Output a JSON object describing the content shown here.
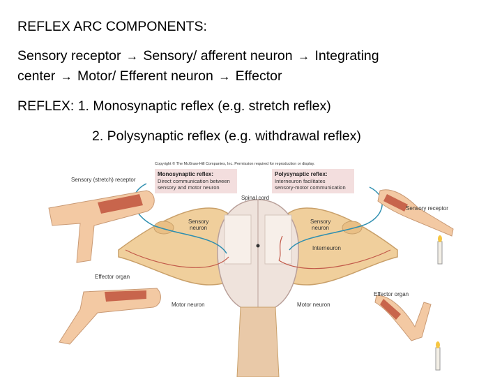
{
  "heading": "REFLEX ARC COMPONENTS:",
  "sequence": {
    "line1": [
      "Sensory receptor",
      "Sensory/ afferent neuron",
      "Integrating"
    ],
    "line2": [
      "center",
      "Motor/ Efferent neuron",
      "Effector"
    ],
    "arrow_glyph": "→"
  },
  "reflex_types": {
    "label": "REFLEX:",
    "item1": "1. Monosynaptic reflex (e.g. stretch reflex)",
    "item2": "2. Polysynaptic reflex (e.g. withdrawal reflex)"
  },
  "figure": {
    "copyright": "Copyright © The McGraw-Hill Companies, Inc. Permission required for reproduction or display.",
    "mono_box": {
      "title": "Monosynaptic reflex:",
      "line1": "Direct communication between",
      "line2": "sensory and motor neuron"
    },
    "poly_box": {
      "title": "Polysynaptic reflex:",
      "line1": "Interneuron facilitates",
      "line2": "sensory-motor communication"
    },
    "labels": {
      "sensory_stretch_receptor": "Sensory (stretch) receptor",
      "sensory_receptor": "Sensory receptor",
      "spinal_cord": "Spinal cord",
      "sensory_neuron_left": "Sensory",
      "sensory_neuron_left2": "neuron",
      "sensory_neuron_right": "Sensory",
      "sensory_neuron_right2": "neuron",
      "interneuron": "Interneuron",
      "effector_organ_left": "Effector organ",
      "effector_organ_right": "Effector organ",
      "motor_neuron_left": "Motor neuron",
      "motor_neuron_right": "Motor neuron"
    },
    "colors": {
      "nerve": "#f0cf9c",
      "nerve_edge": "#c9a06a",
      "cord": "#efe3dc",
      "skin": "#f3c9a3",
      "muscle": "#c8654c",
      "neuron": "#2f8fb0",
      "mono_box": "#f3dede",
      "poly_box": "#f3dede"
    }
  }
}
